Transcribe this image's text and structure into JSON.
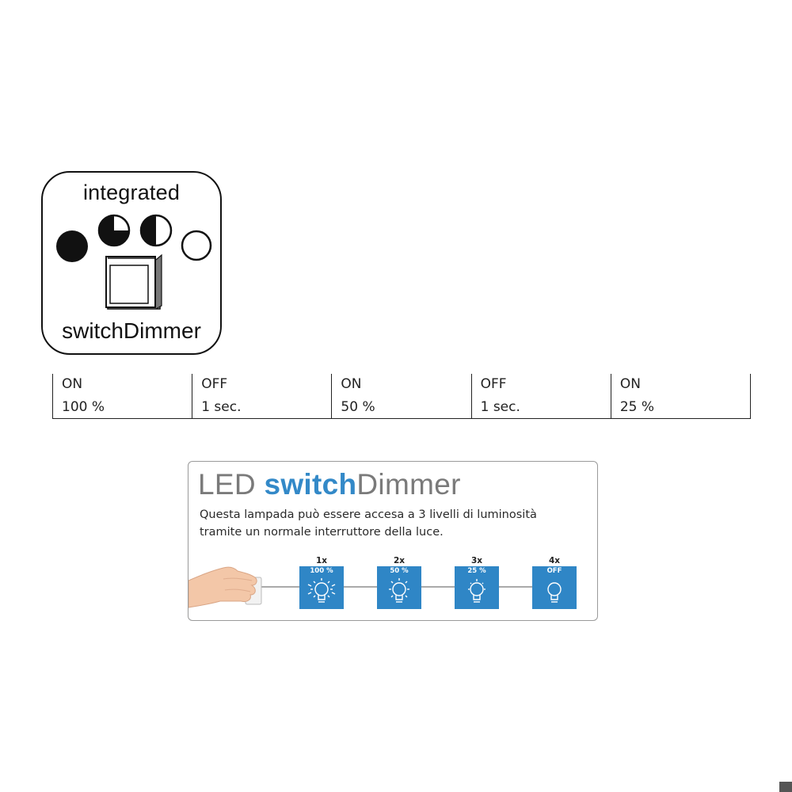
{
  "badge": {
    "top_label": "integrated",
    "bottom_label": "switchDimmer"
  },
  "sequence": [
    {
      "state": "ON",
      "value": "100 %"
    },
    {
      "state": "OFF",
      "value": "1 sec."
    },
    {
      "state": "ON",
      "value": "50 %"
    },
    {
      "state": "OFF",
      "value": "1 sec."
    },
    {
      "state": "ON",
      "value": "25 %"
    }
  ],
  "card": {
    "title_prefix": "LED ",
    "title_highlight": "switch",
    "title_suffix": "Dimmer",
    "description_line1": "Questa lampada può essere accesa a 3 livelli di luminosità",
    "description_line2": "tramite un normale interruttore della luce.",
    "levels": [
      {
        "count": "1x",
        "label": "100 %",
        "fill": 1.0
      },
      {
        "count": "2x",
        "label": "50 %",
        "fill": 0.5
      },
      {
        "count": "3x",
        "label": "25 %",
        "fill": 0.25
      },
      {
        "count": "4x",
        "label": "OFF",
        "fill": 0
      }
    ]
  },
  "colors": {
    "accent_blue": "#2f86c6",
    "title_gray": "#7a7a7a",
    "ink": "#111111"
  },
  "icons": [
    "full-moon-icon",
    "three-quarter-moon-icon",
    "half-moon-icon",
    "empty-moon-icon",
    "rocker-switch-icon",
    "hand-icon",
    "light-bulb-icon"
  ]
}
